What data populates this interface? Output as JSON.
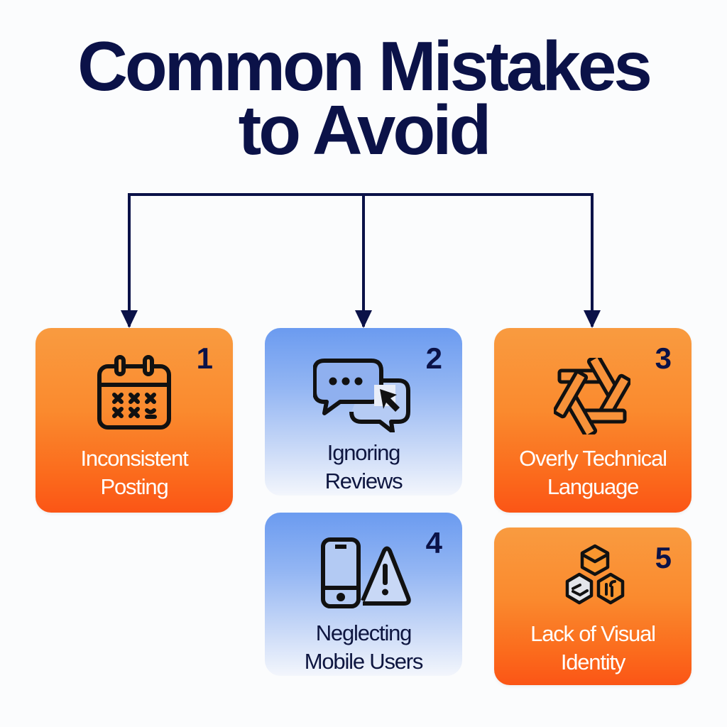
{
  "title": {
    "line1": "Common Mistakes",
    "line2": "to Avoid"
  },
  "colors": {
    "title": "#0b1248",
    "connector": "#0b1248",
    "orange_top": "#f99b40",
    "orange_bottom": "#fb5516",
    "blue_top": "#6b9bf0",
    "blue_bottom": "#f3f6fc",
    "background": "#fbfcfd"
  },
  "cards": [
    {
      "number": "1",
      "label_line1": "Inconsistent",
      "label_line2": "Posting",
      "icon": "calendar-icon",
      "theme": "orange"
    },
    {
      "number": "2",
      "label_line1": "Ignoring",
      "label_line2": "Reviews",
      "icon": "chat-bubbles-cursor-icon",
      "theme": "blue"
    },
    {
      "number": "3",
      "label_line1": "Overly Technical",
      "label_line2": "Language",
      "icon": "interlaced-knot-icon",
      "theme": "orange"
    },
    {
      "number": "4",
      "label_line1": "Neglecting",
      "label_line2": "Mobile Users",
      "icon": "phone-warning-icon",
      "theme": "blue"
    },
    {
      "number": "5",
      "label_line1": "Lack of Visual",
      "label_line2": "Identity",
      "icon": "hexagon-cubes-icon",
      "theme": "orange"
    }
  ]
}
